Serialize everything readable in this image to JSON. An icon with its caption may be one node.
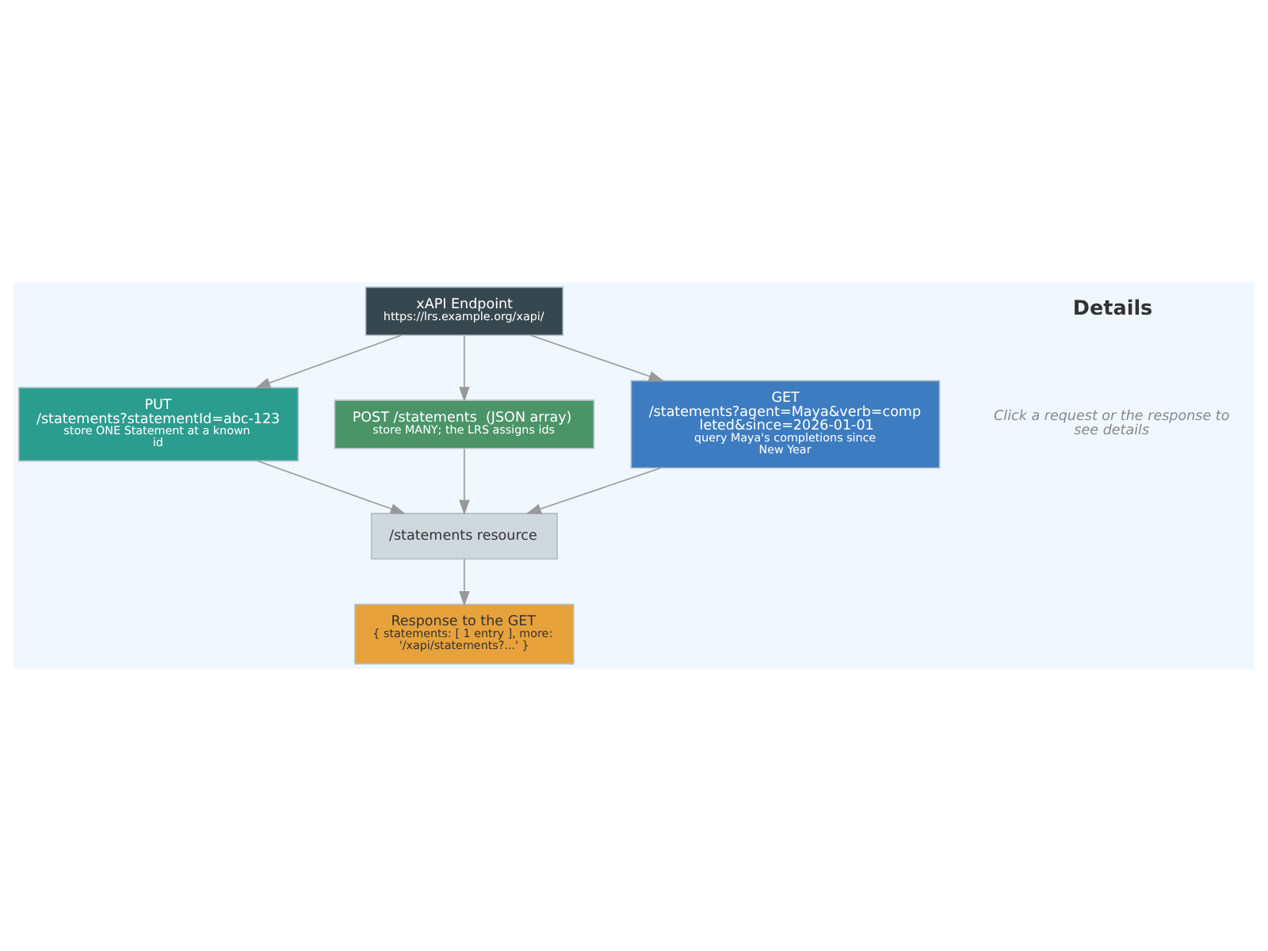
{
  "diagram": {
    "nodes": [
      {
        "text": [
          "xAPI Endpoint",
          "https://lrs.example.org/xapi/"
        ]
      },
      {
        "text": [
          "PUT /statements?statementId=abc-123",
          "store ONE Statement at a known id"
        ]
      },
      {
        "text": [
          "POST /statements  (JSON array)",
          "store MANY; the LRS assigns ids"
        ]
      },
      {
        "text": [
          "GET /statements?agent=Maya&verb=completed&since=2026-01-01",
          "query Maya's completions since New Year"
        ]
      },
      {
        "text": [
          "/statements resource"
        ]
      },
      {
        "text": [
          "Response to the GET",
          "{ statements: [ 1 entry ], more: '/xapi/statements?...' }"
        ]
      }
    ],
    "edges": [
      {
        "from": 0,
        "to": 1,
        "arrow": "to"
      },
      {
        "from": 0,
        "to": 2,
        "arrow": "to"
      },
      {
        "from": 0,
        "to": 3,
        "arrow": "to"
      },
      {
        "from": 1,
        "to": 4,
        "arrow": "to"
      },
      {
        "from": 2,
        "to": 4,
        "arrow": "to"
      },
      {
        "from": 3,
        "to": 4,
        "arrow": "to"
      },
      {
        "from": 4,
        "to": 5,
        "arrow": "to"
      }
    ],
    "labels": [
      "Details",
      "Click a request or the response to see details"
    ]
  }
}
